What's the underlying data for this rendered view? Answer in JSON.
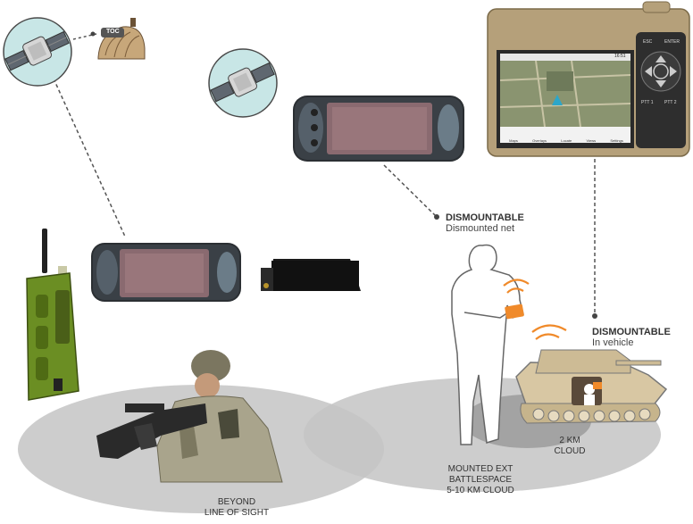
{
  "toc_tag": "TOC",
  "dismountable_1": {
    "title": "DISMOUNTABLE",
    "subtitle": "Dismounted net"
  },
  "dismountable_2": {
    "title": "DISMOUNTABLE",
    "subtitle": "In vehicle"
  },
  "cloud_2km": [
    "2 KM",
    "CLOUD"
  ],
  "cloud_mounted": [
    "MOUNTED EXT",
    "BATTLESPACE",
    "5-10 KM CLOUD"
  ],
  "cloud_blos": [
    "BEYOND",
    "LINE OF SIGHT"
  ],
  "tablet": {
    "time": "16:51",
    "top_buttons": [
      "ESC",
      "ENTER"
    ],
    "bottom_buttons": [
      "PTT 1",
      "PTT 2"
    ],
    "app_bar": [
      "Maps",
      "Overlays",
      "Locate",
      "Views",
      "Settings"
    ]
  },
  "colors": {
    "halo": "#c8e6e6",
    "cloud": "#c4c4c4",
    "tan": "#b5a07a",
    "radio_green": "#6b8e23",
    "signal": "#f08a2a"
  }
}
